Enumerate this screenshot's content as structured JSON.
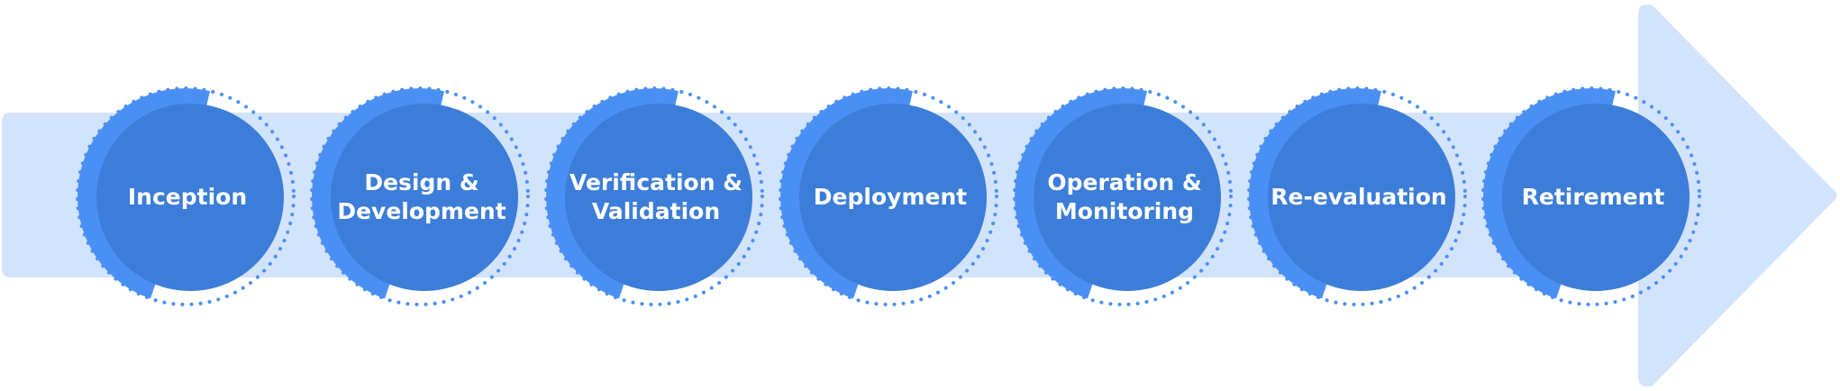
{
  "colors": {
    "arrow_fill": "#d2e3fc",
    "ring_accent": "#4a90f4",
    "ring_dots": "#4a90f4",
    "circle_fill": "#3b7dd8",
    "label_text": "#ffffff"
  },
  "stages": [
    {
      "lines": [
        "Inception"
      ]
    },
    {
      "lines": [
        "Design &",
        "Development"
      ]
    },
    {
      "lines": [
        "Verification &",
        "Validation"
      ]
    },
    {
      "lines": [
        "Deployment"
      ]
    },
    {
      "lines": [
        "Operation &",
        "Monitoring"
      ]
    },
    {
      "lines": [
        "Re-evaluation"
      ]
    },
    {
      "lines": [
        "Retirement"
      ]
    }
  ]
}
